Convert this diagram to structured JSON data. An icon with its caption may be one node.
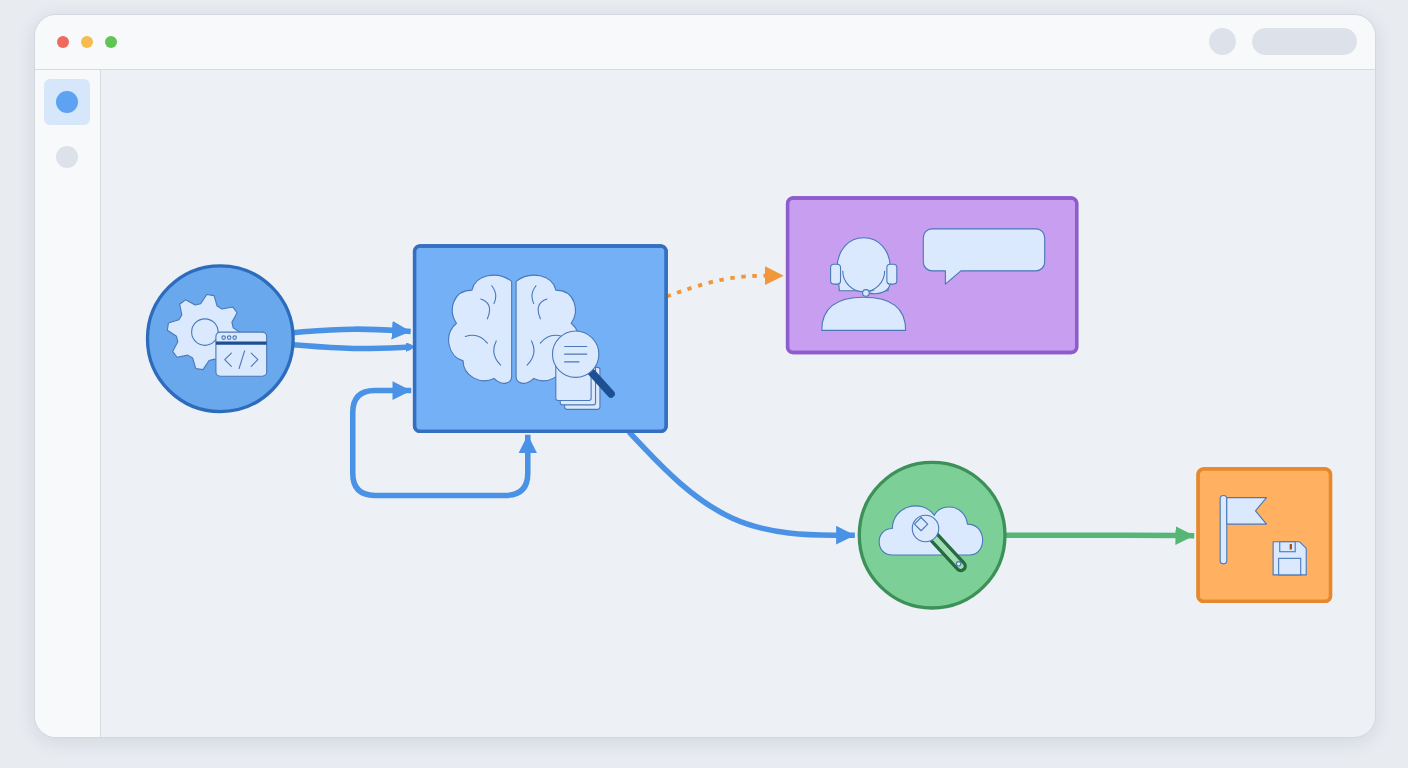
{
  "diagram": {
    "nodes": [
      {
        "text": [],
        "shape": "circle"
      },
      {
        "text": [],
        "shape": "box"
      },
      {
        "text": [],
        "shape": "circle"
      },
      {
        "text": [],
        "shape": "box"
      },
      {
        "text": [],
        "shape": "box"
      }
    ],
    "edges": [
      {
        "from": 0,
        "to": 1,
        "arrow": "to"
      },
      {
        "from": 0,
        "to": 1,
        "arrow": "to"
      },
      {
        "from": 1,
        "to": 1,
        "arrow": "both"
      },
      {
        "from": 1,
        "to": 2,
        "arrow": "to"
      },
      {
        "from": 2,
        "to": 3,
        "arrow": "to",
        "color": "#56b676"
      },
      {
        "from": 1,
        "to": 4,
        "arrow": "to",
        "style": "dashed",
        "color": "#f0973a"
      }
    ]
  }
}
